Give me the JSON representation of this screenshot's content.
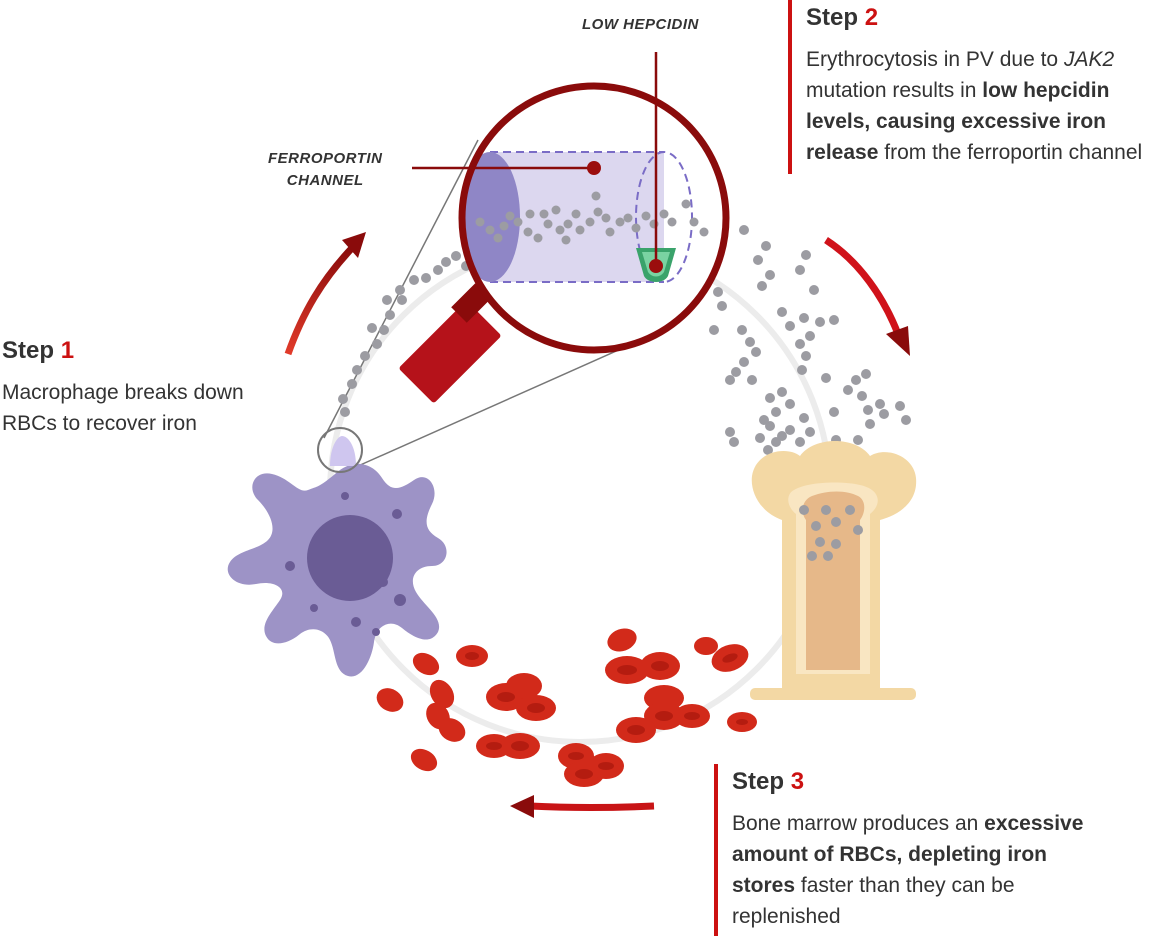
{
  "labels": {
    "low_hepcidin": "LOW HEPCIDIN",
    "ferroportin_line1": "FERROPORTIN",
    "ferroportin_line2": "CHANNEL"
  },
  "steps": [
    {
      "word": "Step",
      "num": "1",
      "text": "Macrophage breaks down RBCs to recover iron"
    },
    {
      "word": "Step",
      "num": "2",
      "text_a": "Erythrocytosis in PV due to ",
      "text_b": "JAK2",
      "text_c": " mutation results in ",
      "text_d": "low hepcidin levels, causing excessive iron release",
      "text_e": " from the ferroportin channel"
    },
    {
      "word": "Step",
      "num": "3",
      "text_a": "Bone marrow produces an ",
      "text_b": "excessive amount of RBCs, depleting iron stores",
      "text_c": " faster than they can be replenished"
    }
  ],
  "colors": {
    "accent_red": "#cc1111",
    "dark_red": "#9b0d0d",
    "macrophage": "#9d93c6",
    "nucleus": "#6a5c95",
    "iron": "#9c9ca2",
    "bone": "#f3d8a4",
    "marrow": "#e6b889",
    "rbc": "#d22a1a",
    "channel": "#d6d0ec"
  }
}
